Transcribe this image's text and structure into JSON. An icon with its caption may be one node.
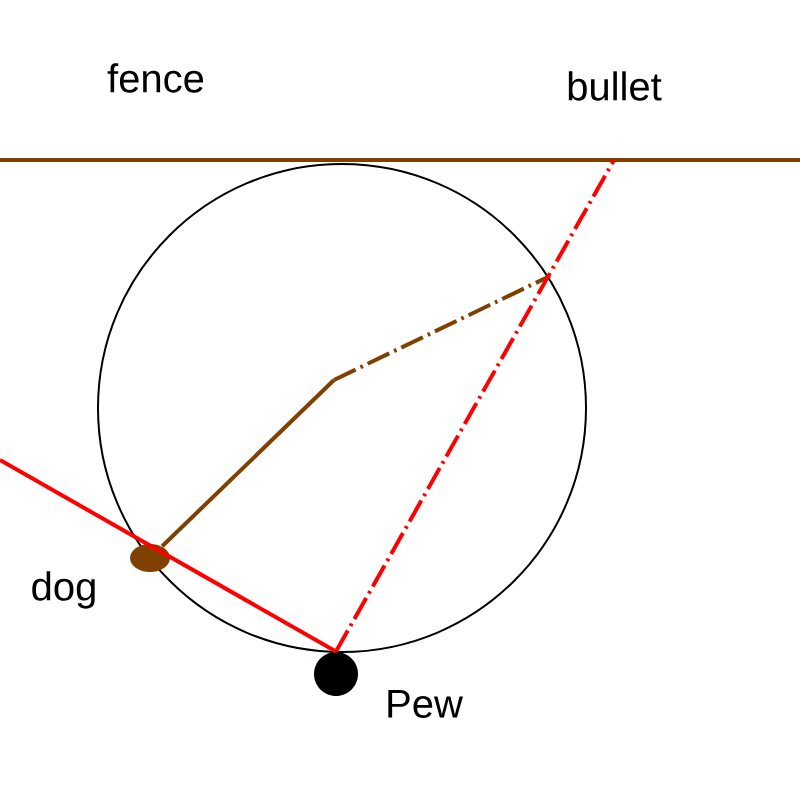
{
  "diagram": {
    "nodes": [
      {
        "text": [],
        "shape": "ellipse",
        "beside": [
          "dog"
        ]
      },
      {
        "text": [],
        "shape": "circle",
        "beside": [
          "Pew"
        ]
      }
    ],
    "edges": [
      {
        "from": null,
        "to": 1,
        "arrow": "none",
        "color": "#ff0000"
      },
      {
        "from": 1,
        "to": null,
        "arrow": "none",
        "style": "dashed",
        "color": "#ff0000"
      },
      {
        "from": 0,
        "to": null,
        "arrow": "none",
        "color": "#7f4000"
      }
    ],
    "labels": [
      "fence",
      "bullet"
    ]
  }
}
